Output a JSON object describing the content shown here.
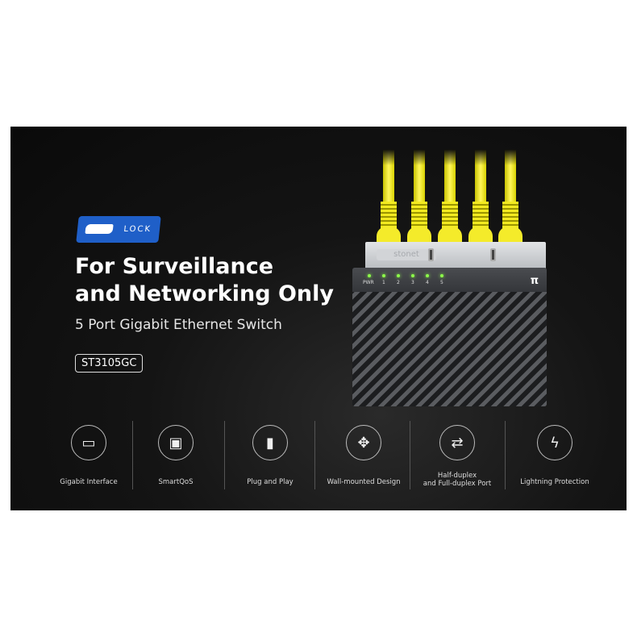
{
  "brand_logo": "LOCK",
  "headline": [
    "For Surveillance",
    "and Networking Only"
  ],
  "subtitle": "5 Port Gigabit Ethernet Switch",
  "model": "ST3105GC",
  "device": {
    "lock_brand": "stonet",
    "port_labels": [
      "PWR",
      "1",
      "2",
      "3",
      "4",
      "5"
    ],
    "cable_color": "#f4eb2a",
    "led_color": "#8dff4a"
  },
  "features": [
    {
      "icon": "switch-ports-icon",
      "label": "Gigabit Interface"
    },
    {
      "icon": "rj45-port-icon",
      "label": "SmartQoS"
    },
    {
      "icon": "ethernet-plug-icon",
      "label": "Plug and Play"
    },
    {
      "icon": "wall-mount-icon",
      "label": "Wall-mounted Design"
    },
    {
      "icon": "duplex-arrows-icon",
      "label": "Half-duplex\nand Full-duplex Port"
    },
    {
      "icon": "lightning-icon",
      "label": "Lightning Protection"
    }
  ]
}
